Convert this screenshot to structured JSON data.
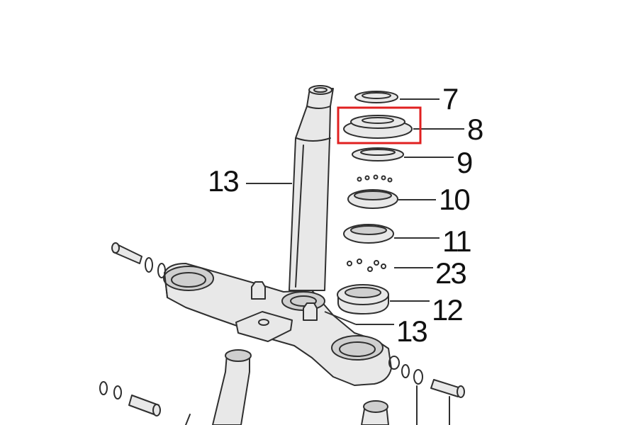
{
  "callouts": [
    {
      "id": "7",
      "label": "7"
    },
    {
      "id": "8",
      "label": "8"
    },
    {
      "id": "9",
      "label": "9"
    },
    {
      "id": "10",
      "label": "10"
    },
    {
      "id": "11",
      "label": "11"
    },
    {
      "id": "23",
      "label": "23"
    },
    {
      "id": "12",
      "label": "12"
    },
    {
      "id": "13a",
      "label": "13"
    },
    {
      "id": "13b",
      "label": "13"
    }
  ],
  "highlighted_part": "8",
  "colors": {
    "highlight": "#e02020",
    "line": "#2f2f2f",
    "text": "#111111"
  }
}
